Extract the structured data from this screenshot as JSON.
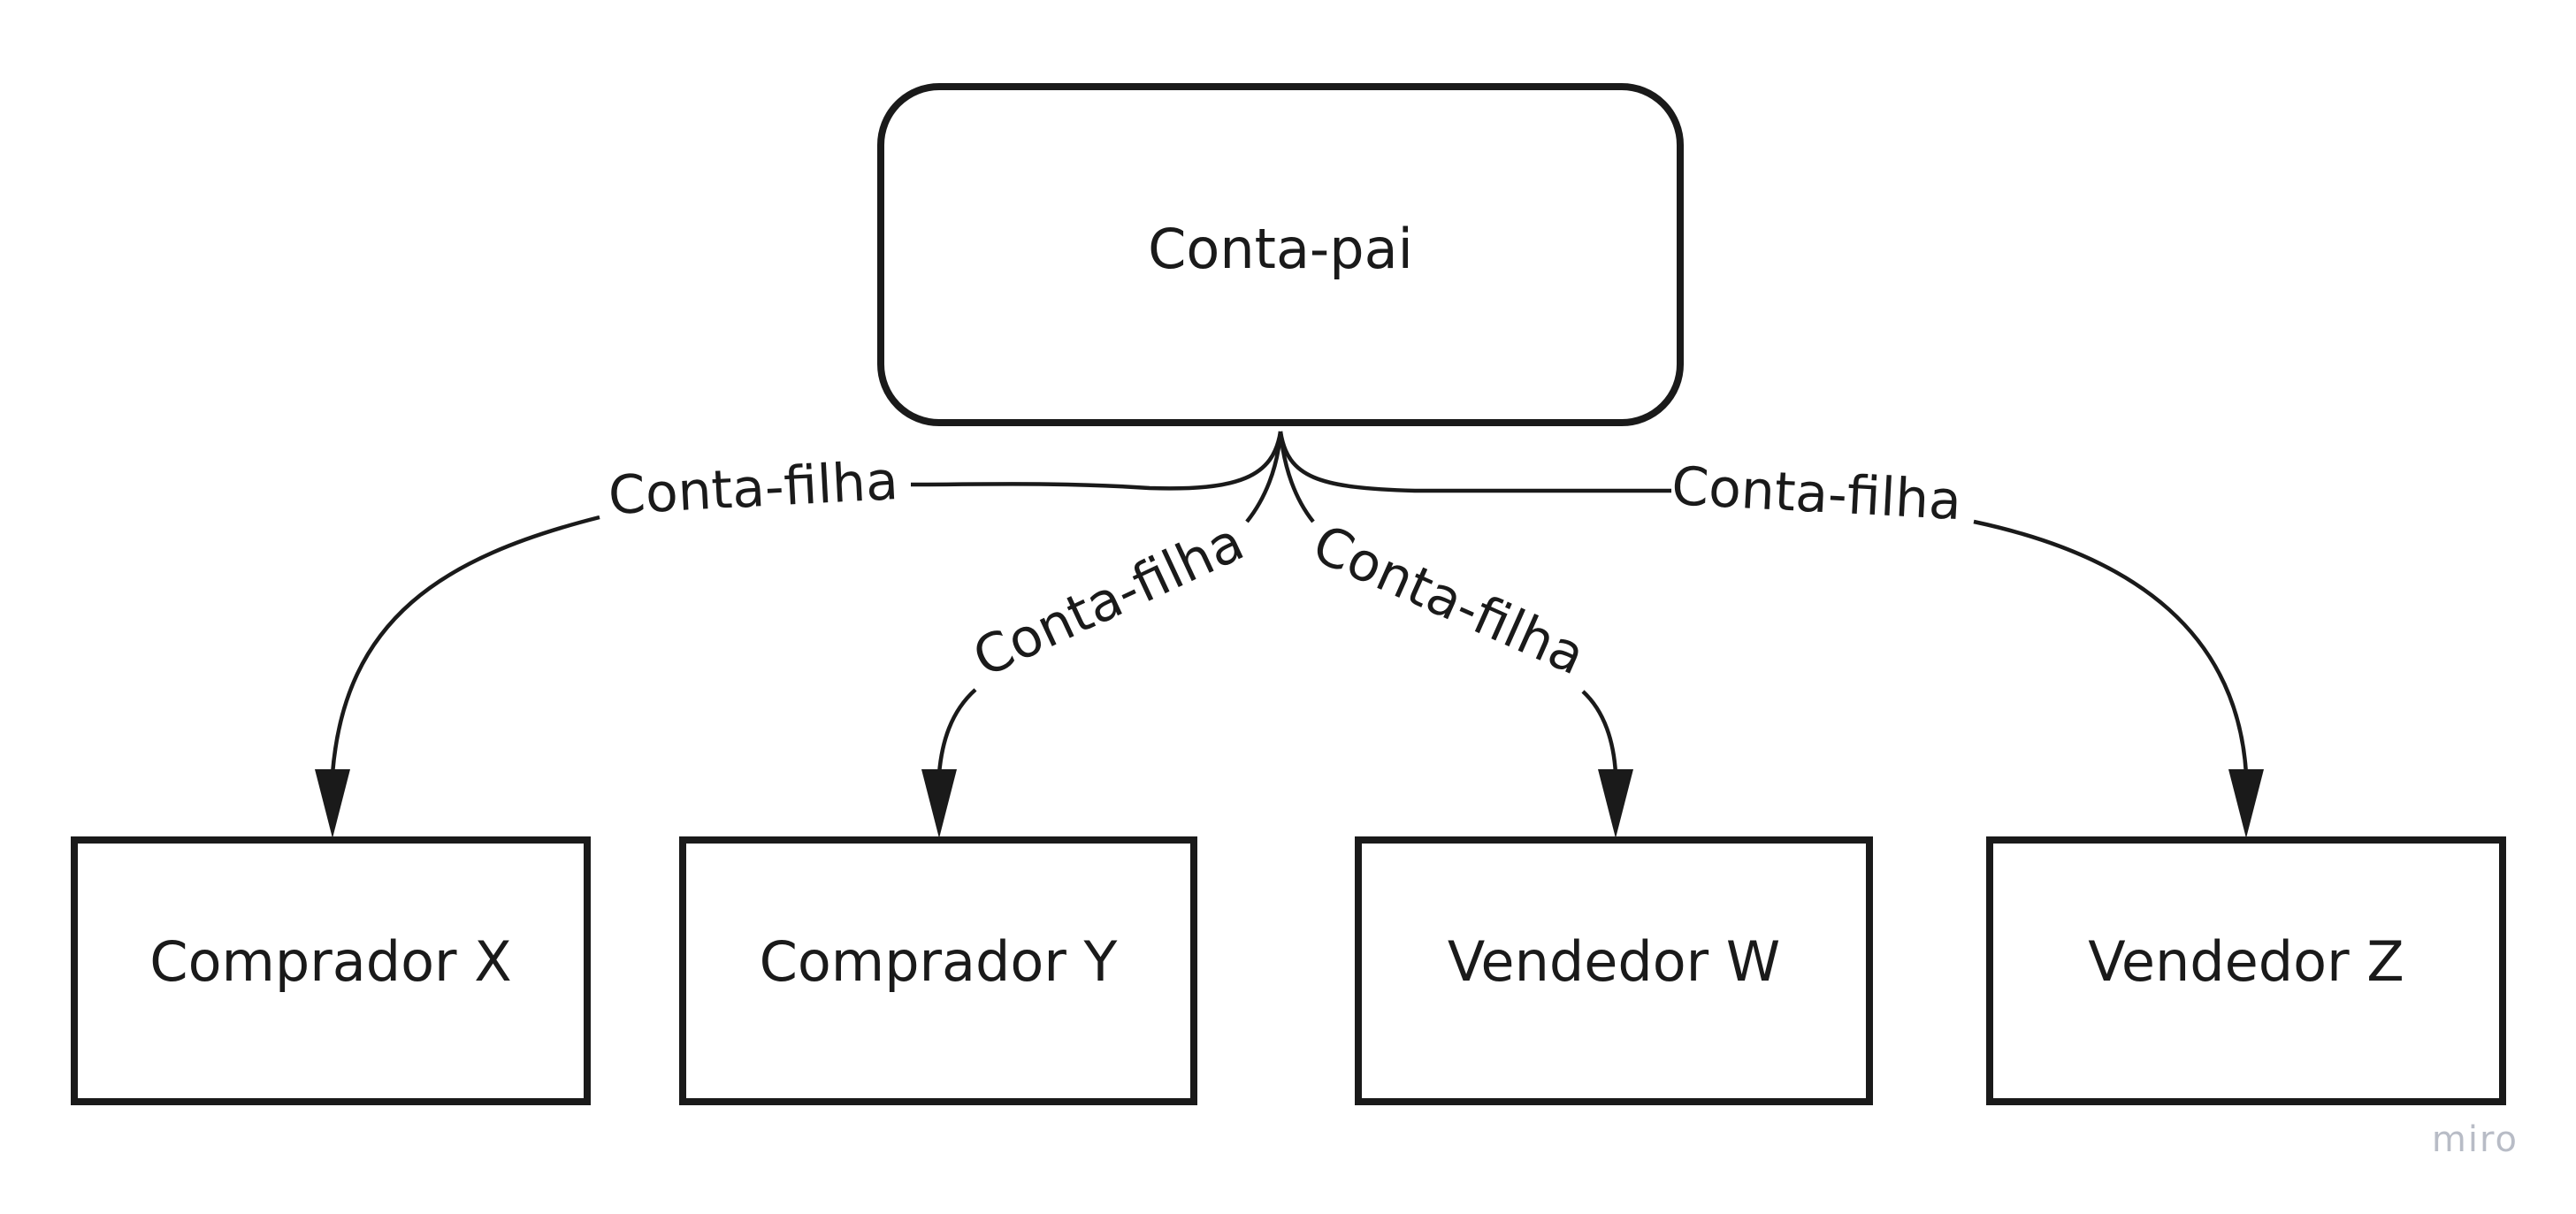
{
  "diagram": {
    "parent": {
      "label": "Conta-pai"
    },
    "children": [
      {
        "label": "Comprador X",
        "edge_label": "Conta-filha"
      },
      {
        "label": "Comprador Y",
        "edge_label": "Conta-filha"
      },
      {
        "label": "Vendedor W",
        "edge_label": "Conta-filha"
      },
      {
        "label": "Vendedor Z",
        "edge_label": "Conta-filha"
      }
    ]
  },
  "watermark": {
    "text": "miro"
  },
  "colors": {
    "stroke": "#1a1a1a",
    "background": "#ffffff",
    "watermark": "#b8bcc6"
  }
}
